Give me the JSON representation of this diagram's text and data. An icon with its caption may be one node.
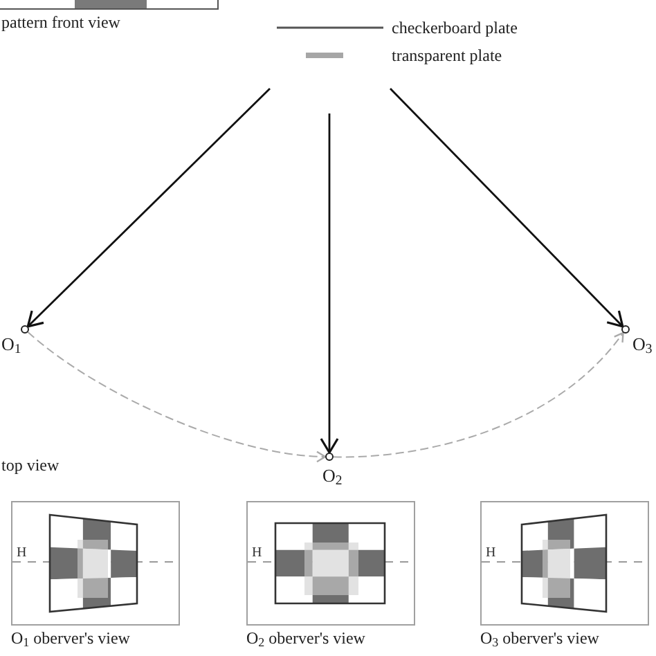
{
  "diagram": {
    "nodes": [
      {
        "text": [],
        "shape": "box",
        "beside": [
          "pattern front view"
        ]
      },
      {
        "text": [],
        "shape": "circle",
        "beside": [
          "O$_{1}$"
        ]
      },
      {
        "text": [],
        "shape": "circle",
        "beside": [
          "O$_{2}$"
        ]
      },
      {
        "text": [],
        "shape": "circle",
        "beside": [
          "O$_{3}$"
        ]
      },
      {
        "text": [
          "H"
        ],
        "beside": [
          "O$_{1}$ oberver's view"
        ]
      },
      {
        "text": [
          "H"
        ],
        "beside": [
          "O$_{2}$ oberver's view"
        ]
      },
      {
        "text": [
          "H"
        ],
        "beside": [
          "O$_{3}$ oberver's view"
        ]
      }
    ],
    "edges": [
      {
        "from": null,
        "to": 1,
        "arrow": "to"
      },
      {
        "from": null,
        "to": 2,
        "arrow": "to"
      },
      {
        "from": null,
        "to": 3,
        "arrow": "to"
      },
      {
        "from": 1,
        "to": 2,
        "arrow": "to",
        "style": "dashed",
        "color": "#aaaaaa"
      },
      {
        "from": 2,
        "to": 3,
        "arrow": "to",
        "style": "dashed",
        "color": "#aaaaaa"
      }
    ],
    "labels": [
      "top view"
    ],
    "legend": [
      {
        "text": "checkerboard plate"
      },
      {
        "text": "transparent plate",
        "color": "#a6a6a6"
      }
    ]
  }
}
